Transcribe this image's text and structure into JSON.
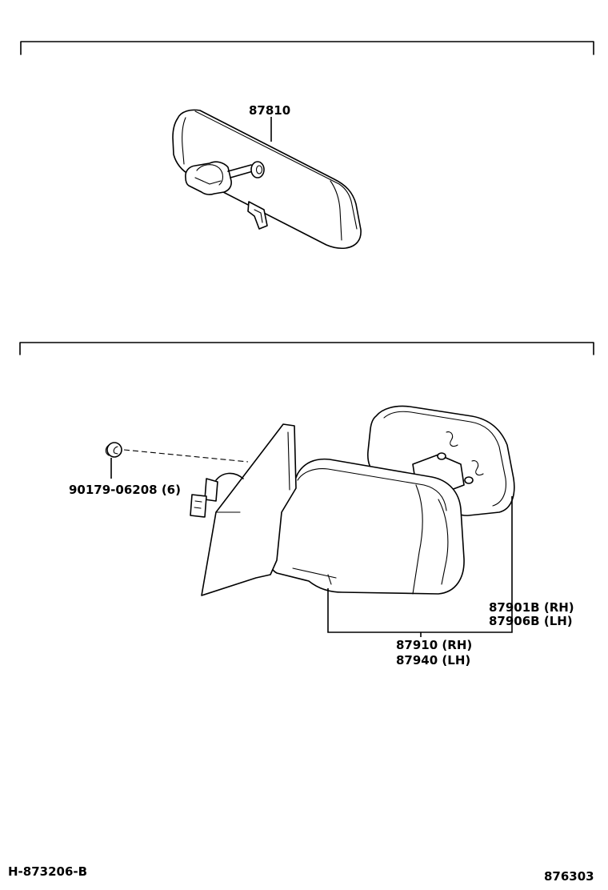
{
  "sections": [
    {
      "id": "inner-mirror",
      "parts": [
        {
          "key": "inner_mirror",
          "number": "87810"
        }
      ]
    },
    {
      "id": "outer-mirror",
      "parts": [
        {
          "key": "screw",
          "number": "90179-06208 (6)"
        },
        {
          "key": "outer_mirror_glass_rh",
          "number": "87901B (RH)"
        },
        {
          "key": "outer_mirror_glass_lh",
          "number": "87906B (LH)"
        },
        {
          "key": "outer_mirror_assy_rh",
          "number": "87910 (RH)"
        },
        {
          "key": "outer_mirror_assy_lh",
          "number": "87940 (LH)"
        }
      ]
    }
  ],
  "footer": {
    "drawing_id": "H-873206-B",
    "page_code": "876303"
  }
}
